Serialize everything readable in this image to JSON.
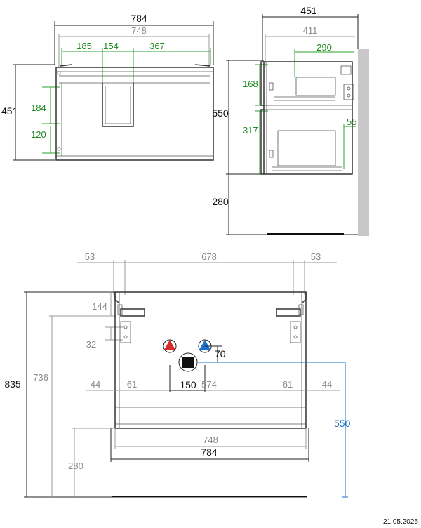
{
  "front_view": {
    "overall_width": "784",
    "inner_width": "748",
    "seg_left": "185",
    "seg_mid": "154",
    "seg_right": "367",
    "height": "451",
    "drawer_front": "184",
    "lower": "120"
  },
  "side_view": {
    "depth": "451",
    "inner_depth": "411",
    "drawer_depth": "290",
    "upper_drawer": "168",
    "height": "550",
    "lower_drawer": "317",
    "offset": "55",
    "floor": "280"
  },
  "rear_view": {
    "left_margin": "53",
    "span": "678",
    "right_margin": "53",
    "bracket_top": "144",
    "bracket_hole": "32",
    "total_height": "835",
    "mount_height": "736",
    "hot_cold_offset": "70",
    "edge_left": "44",
    "inner_left": "61",
    "drain_width": "150",
    "drain_center": "574",
    "inner_right": "61",
    "edge_right": "44",
    "water_height": "550",
    "inner_width": "748",
    "overall_width": "784",
    "floor": "280"
  },
  "colors": {
    "hot": "#d92b2b",
    "cold": "#1a6fd0",
    "wall": "#c8c8c8",
    "green": "#2aa02a",
    "blue": "#1a73c0"
  },
  "date": "21.05.2025"
}
